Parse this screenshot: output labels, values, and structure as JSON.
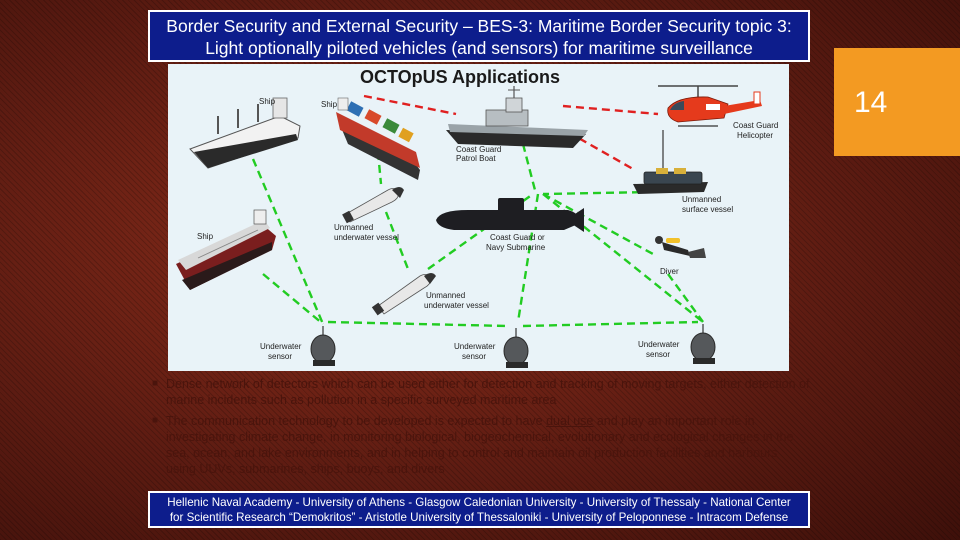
{
  "header": {
    "title_line1": "Border Security and External Security – BES-3: Maritime Border Security topic 3:",
    "title_line2": "Light optionally piloted vehicles (and sensors) for maritime surveillance"
  },
  "page_number": "14",
  "diagram": {
    "title": "OCTOpUS Applications",
    "labels": {
      "ship1": "Ship",
      "ship2": "Ship",
      "ship3": "Ship",
      "patrol_boat_l1": "Coast Guard",
      "patrol_boat_l2": "Patrol Boat",
      "helicopter_l1": "Coast Guard",
      "helicopter_l2": "Helicopter",
      "usv_l1": "Unmanned",
      "usv_l2": "surface vessel",
      "submarine_l1": "Coast Guard or",
      "submarine_l2": "Navy Submarine",
      "uuv1_l1": "Unmanned",
      "uuv1_l2": "underwater vessel",
      "uuv2_l1": "Unmanned",
      "uuv2_l2": "underwater vessel",
      "diver": "Diver",
      "sensor1_l1": "Underwater",
      "sensor1_l2": "sensor",
      "sensor2_l1": "Underwater",
      "sensor2_l2": "sensor",
      "sensor3_l1": "Underwater",
      "sensor3_l2": "sensor"
    },
    "colors": {
      "surface_link": "#e02020",
      "underwater_link": "#22cc22",
      "background": "#e9f3f8"
    }
  },
  "bullets": {
    "b1": "Dense network of detectors which can be used either for detection and tracking of moving targets, either detection of marine incidents such as pollution in a specific surveyed maritime area",
    "b2_pre": "The communication technology to be developed is expected to have ",
    "b2_underline": "dual use",
    "b2_post": " and play an important role in investigating climate change, in monitoring biological, biogeochemical, evolutionary and ecological changes in the sea, ocean, and lake environments, and in helping to control and maintain oil production facilities and harbours using UUVs, submarines, ships, buoys, and divers"
  },
  "footer": {
    "line1": "Hellenic Naval Academy - University of Athens - Glasgow Caledonian University - University of Thessaly - National Center",
    "line2": "for Scientific Research “Demokritos”  - Aristotle University of Thessaloniki - University of Peloponnese - Intracom Defense"
  }
}
